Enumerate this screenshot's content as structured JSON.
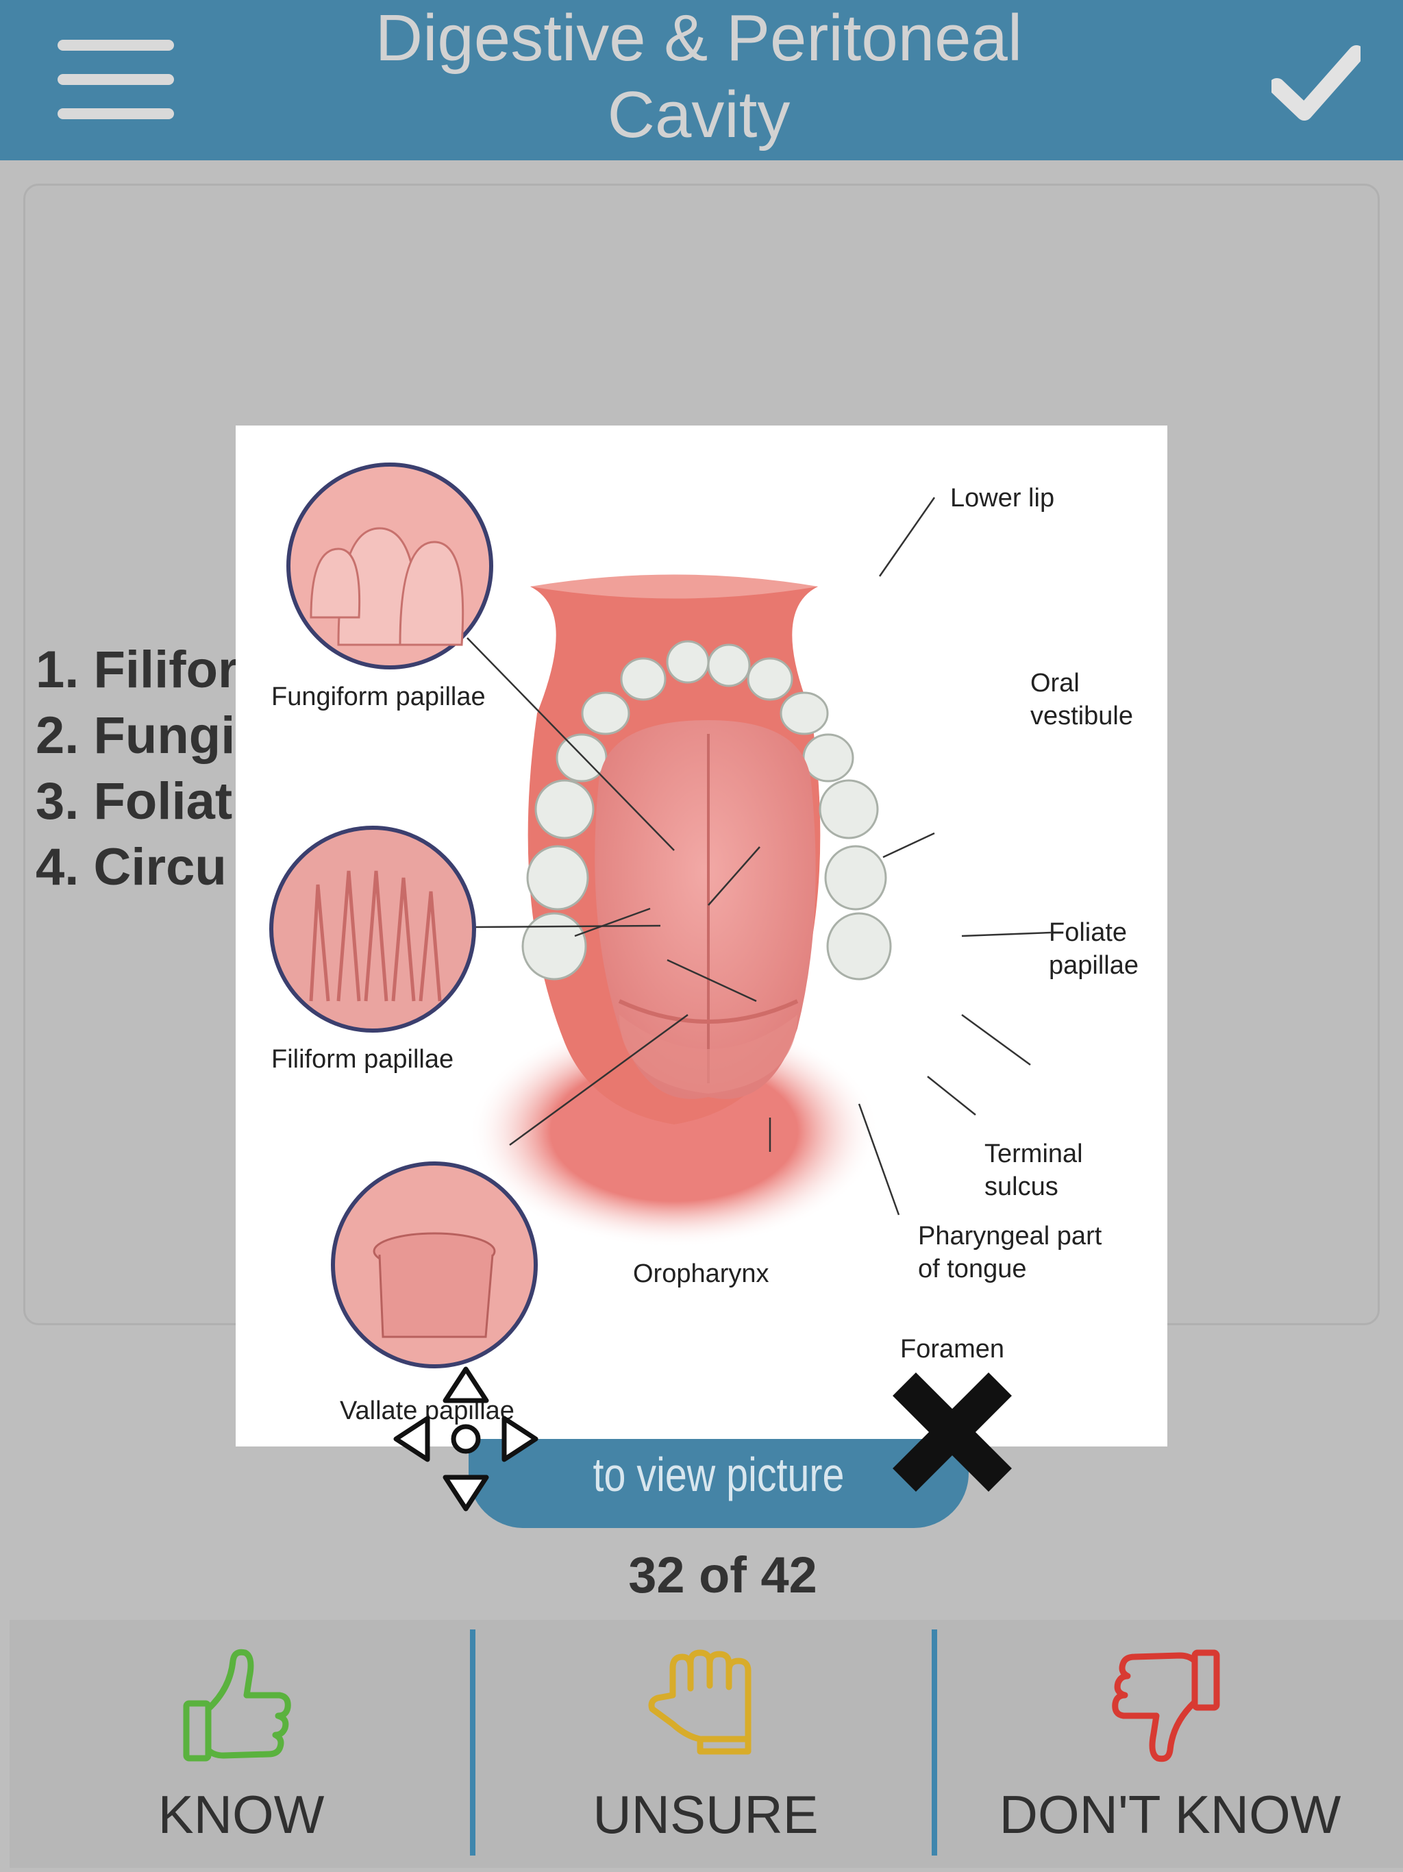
{
  "header": {
    "title_line1": "Digestive & Peritoneal",
    "title_line2": "Cavity",
    "menu_icon": "hamburger-menu-icon",
    "done_icon": "checkmark-icon"
  },
  "card": {
    "items": [
      "1. Filifor",
      "2. Fungi",
      "3. Foliat",
      "4. Circu"
    ]
  },
  "picture": {
    "labels": {
      "lower_lip": "Lower lip",
      "oral_vestibule_1": "Oral",
      "oral_vestibule_2": "vestibule",
      "foliate_1": "Foliate",
      "foliate_2": "papillae",
      "terminal_1": "Terminal",
      "terminal_2": "sulcus",
      "pharyngeal_1": "Pharyngeal part",
      "pharyngeal_2": "of tongue",
      "foramen": "Foramen",
      "oropharynx": "Oropharynx",
      "fungiform": "Fungiform papillae",
      "filiform": "Filiform papillae",
      "vallate": "Vallate papillae"
    }
  },
  "view_button": {
    "label": "to view picture"
  },
  "counter": "32 of 42",
  "ratings": {
    "know": "KNOW",
    "unsure": "UNSURE",
    "dont_know": "DON'T KNOW"
  },
  "colors": {
    "header": "#4584a6",
    "know": "#5ab23e",
    "unsure": "#d8ac2a",
    "dont_know": "#d83a32"
  }
}
